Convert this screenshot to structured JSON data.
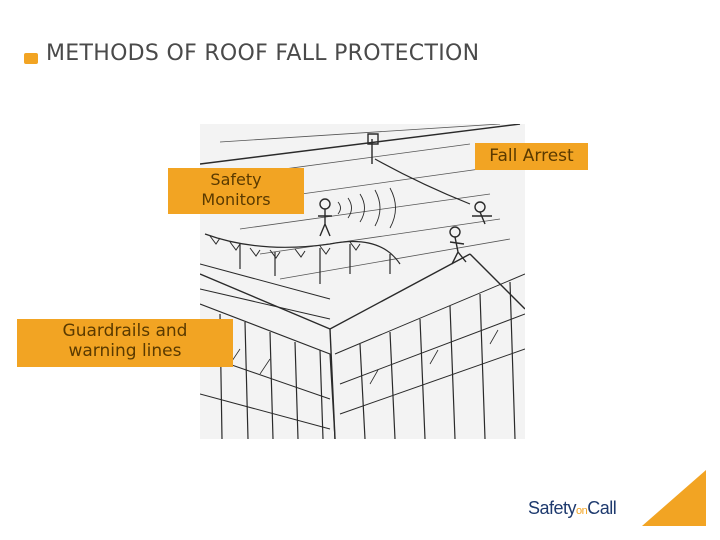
{
  "slide": {
    "title": "METHODS OF ROOF FALL PROTECTION",
    "accent_color": "#f2a423",
    "brand_color": "#1e3a6e"
  },
  "callouts": {
    "safety_monitors": "Safety\nMonitors",
    "fall_arrest": "Fall Arrest",
    "guardrails": "Guardrails and\nwarning lines"
  },
  "brand": {
    "safety": "Safety",
    "on": "on",
    "call": "Call"
  },
  "illustration": {
    "icon": "roof-fall-protection-sketch"
  }
}
